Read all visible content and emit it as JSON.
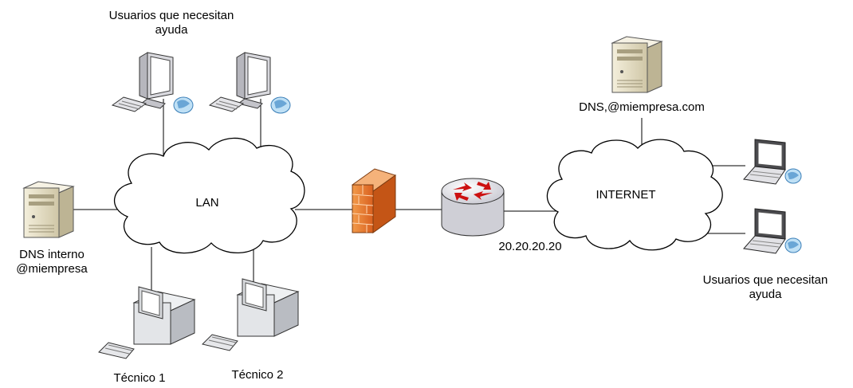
{
  "labels": {
    "users_top": [
      "Usuarios que necesitan",
      "ayuda"
    ],
    "lan": "LAN",
    "internet": "INTERNET",
    "dns_internal": [
      "DNS interno",
      "@miempresa"
    ],
    "dns_external": "DNS,@miempresa.com",
    "router_ip": "20.20.20.20",
    "users_right": [
      "Usuarios que necesitan",
      "ayuda"
    ],
    "tech1": "Técnico 1",
    "tech2": "Técnico 2"
  },
  "colors": {
    "line": "#000000",
    "firewall": "#e8742a",
    "router_arrows": "#cc1111",
    "router_body": "#e6e6ea",
    "monitor_screen": "#ffffff",
    "beige": "#e9e2c8"
  }
}
